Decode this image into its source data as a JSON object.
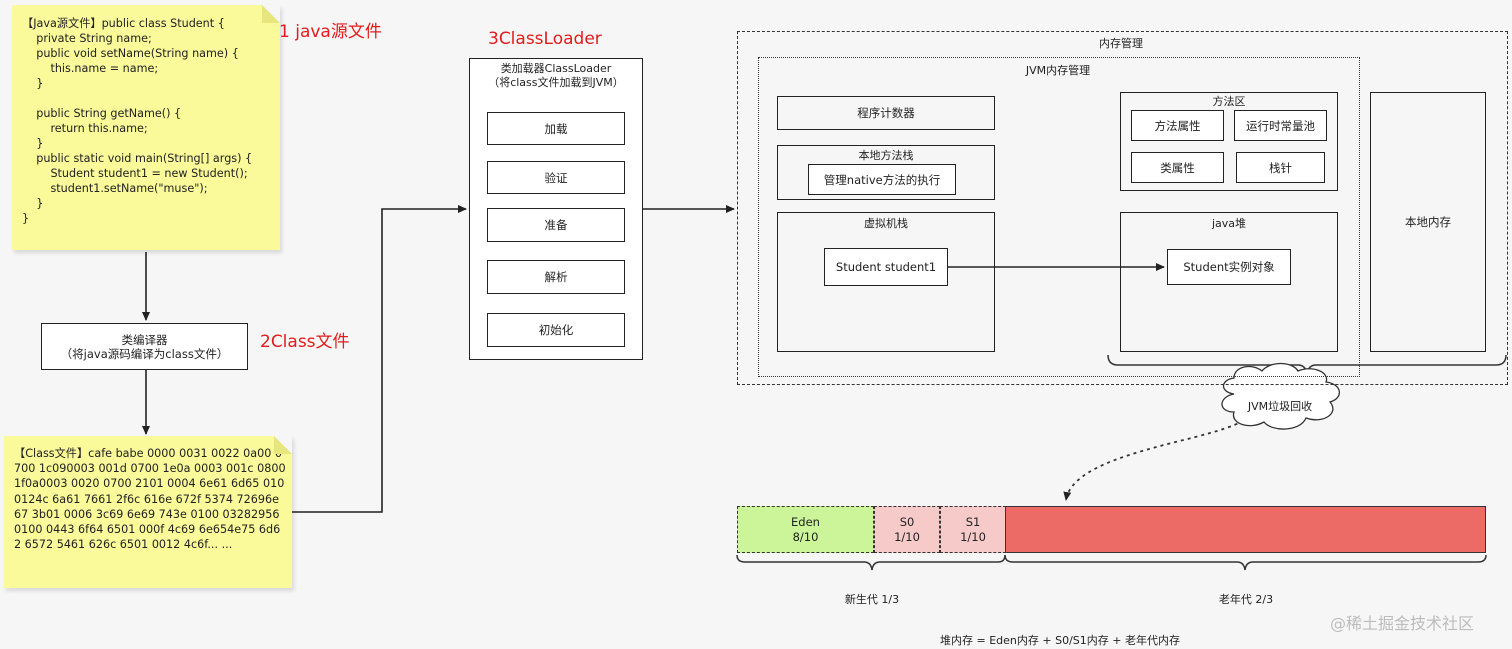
{
  "java_source_note": {
    "lines": [
      "【Java源文件】public class Student {",
      "    private String name;",
      "    public void setName(String name) {",
      "        this.name = name;",
      "    }",
      "",
      "    public String getName() {",
      "        return this.name;",
      "    }",
      "    public static void main(String[] args) {",
      "        Student student1 = new Student();",
      "        student1.setName(\"muse\");",
      "    }",
      "}"
    ]
  },
  "step_labels": {
    "step1": "1 java源文件",
    "step2": "2Class文件",
    "step3": "3ClassLoader"
  },
  "compiler_box": {
    "line1": "类编译器",
    "line2": "（将java源码编译为class文件）"
  },
  "class_file_note": {
    "text": "【Class文件】cafe babe 0000 0031 0022 0a00 0700 1c090003 001d 0700 1e0a 0003 001c 0800 1f0a0003 0020 0700 2101 0004 6e61 6d65 0100124c 6a61 7661 2f6c 616e 672f 5374 72696e67 3b01 0006 3c69 6e69 743e 0100 03282956 0100 0443 6f64 6501 000f 4c69 6e654e75 6d62 6572 5461 626c 6501 0012 4c6f... ..."
  },
  "classloader": {
    "title_line1": "类加载器ClassLoader",
    "title_line2": "（将class文件加载到JVM）",
    "steps": [
      "加载",
      "验证",
      "准备",
      "解析",
      "初始化"
    ]
  },
  "memory": {
    "outer_title": "内存管理",
    "jvm_title": "JVM内存管理",
    "program_counter": "程序计数器",
    "native_stack": {
      "title": "本地方法栈",
      "inner": "管理native方法的执行"
    },
    "vm_stack": {
      "title": "虚拟机栈",
      "inner": "Student student1"
    },
    "method_area": {
      "title": "方法区",
      "items": [
        "方法属性",
        "运行时常量池",
        "类属性",
        "栈针"
      ]
    },
    "java_heap": {
      "title": "java堆",
      "inner": "Student实例对象"
    },
    "native_memory": "本地内存",
    "gc": "JVM垃圾回收"
  },
  "heap_bar": {
    "segments": [
      {
        "name": "Eden",
        "ratio": "8/10",
        "color": "#ccf59a"
      },
      {
        "name": "S0",
        "ratio": "1/10",
        "color": "#f7caca"
      },
      {
        "name": "S1",
        "ratio": "1/10",
        "color": "#f7caca"
      },
      {
        "name": "",
        "ratio": "",
        "color": "#ec6b66"
      }
    ],
    "young_label": "新生代 1/3",
    "old_label": "老年代 2/3",
    "formula": "堆内存 = Eden内存 + S0/S1内存 + 老年代内存"
  },
  "watermark": "@稀土掘金技术社区",
  "colors": {
    "note": "#fafa9a",
    "step_label": "#e41b1b",
    "eden": "#ccf59a",
    "survivor": "#f7caca",
    "old_gen": "#ec6b66"
  }
}
